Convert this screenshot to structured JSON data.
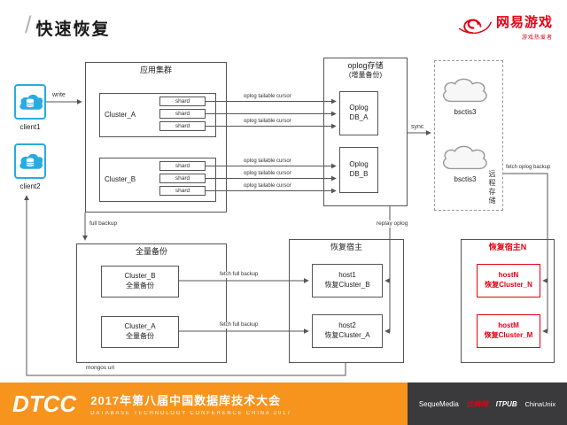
{
  "slide": {
    "title": "快速恢复"
  },
  "logo": {
    "name": "网易游戏",
    "tagline": "游戏热爱者"
  },
  "colors": {
    "brand_red": "#E60012",
    "client_blue": "#29ABE2",
    "footer_orange": "#F7941D",
    "footer_dark": "#3A3A3C",
    "line_gray": "#555555"
  },
  "diagram": {
    "clients": [
      {
        "label": "client1"
      },
      {
        "label": "client2"
      }
    ],
    "app_cluster": {
      "title": "应用集群",
      "clusters": [
        {
          "name": "Cluster_A",
          "shards": [
            "shard",
            "shard",
            "shard"
          ]
        },
        {
          "name": "Cluster_B",
          "shards": [
            "shard",
            "shard",
            "shard"
          ]
        }
      ]
    },
    "oplog_store": {
      "title": "oplog存储",
      "subtitle": "(增量备份)",
      "dbs": [
        {
          "line1": "Oplog",
          "line2": "DB_A"
        },
        {
          "line1": "Oplog",
          "line2": "DB_B"
        }
      ]
    },
    "remote_storage": {
      "title": "远程存储",
      "clouds": [
        {
          "label": "bsctis3"
        },
        {
          "label": "bsctis3"
        }
      ]
    },
    "full_backup": {
      "title": "全量备份",
      "items": [
        {
          "line1": "Cluster_B",
          "line2": "全量备份"
        },
        {
          "line1": "Cluster_A",
          "line2": "全量备份"
        }
      ]
    },
    "recovery_host": {
      "title": "恢复宿主",
      "items": [
        {
          "line1": "host1",
          "line2": "恢复Cluster_B"
        },
        {
          "line1": "host2",
          "line2": "恢复Cluster_A"
        }
      ]
    },
    "recovery_host_n": {
      "title": "恢复宿主N",
      "items": [
        {
          "line1": "hostN",
          "line2": "恢复Cluster_N"
        },
        {
          "line1": "hostM",
          "line2": "恢复Cluster_M"
        }
      ]
    },
    "labels": {
      "write": "write",
      "cursor": "oplog tailable cursor",
      "sync": "sync",
      "fetch_oplog": "fetch oplog backup",
      "replay_oplog": "replay oplog",
      "full_backup": "full backup",
      "fetch_full": "fetch full backup",
      "mongos_uri": "mongos uri"
    }
  },
  "footer": {
    "logo": "DTCC",
    "title": "2017年第八届中国数据库技术大会",
    "subtitle": "DATABASE TECHNOLOGY CONFERENCE CHINA 2017",
    "sponsors": [
      "SequeMedia",
      "比特网",
      "ITPUB",
      "ChinaUnix"
    ]
  }
}
